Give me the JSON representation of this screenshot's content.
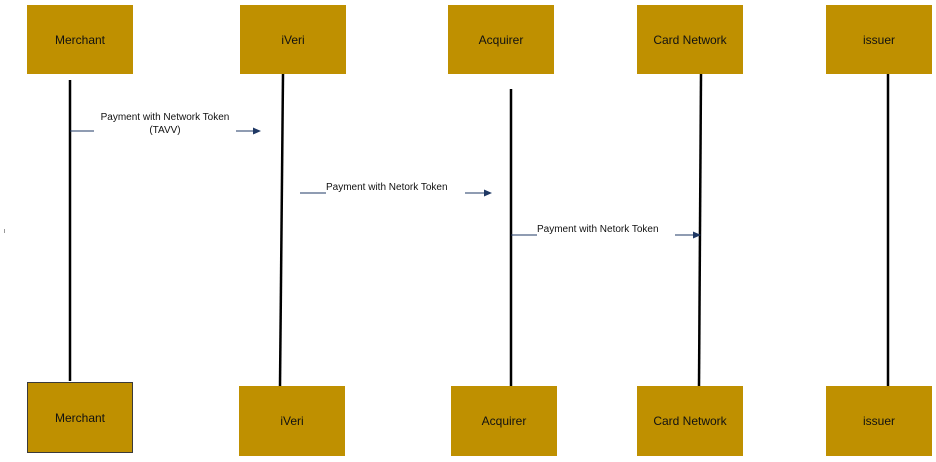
{
  "participants": {
    "merchant": "Merchant",
    "iveri": "iVeri",
    "acquirer": "Acquirer",
    "card_network": "Card Network",
    "issuer": "issuer"
  },
  "messages": [
    {
      "from": "Merchant",
      "to": "iVeri",
      "line1": "Payment with Network Token",
      "line2": "(TAVV)"
    },
    {
      "from": "iVeri",
      "to": "Acquirer",
      "line1": "Payment with  Netork Token"
    },
    {
      "from": "Acquirer",
      "to": "Card Network",
      "line1": "Payment with  Netork Token"
    }
  ],
  "colors": {
    "box_fill": "#bf9000",
    "lifeline": "#000000",
    "arrow": "#1f3864"
  }
}
